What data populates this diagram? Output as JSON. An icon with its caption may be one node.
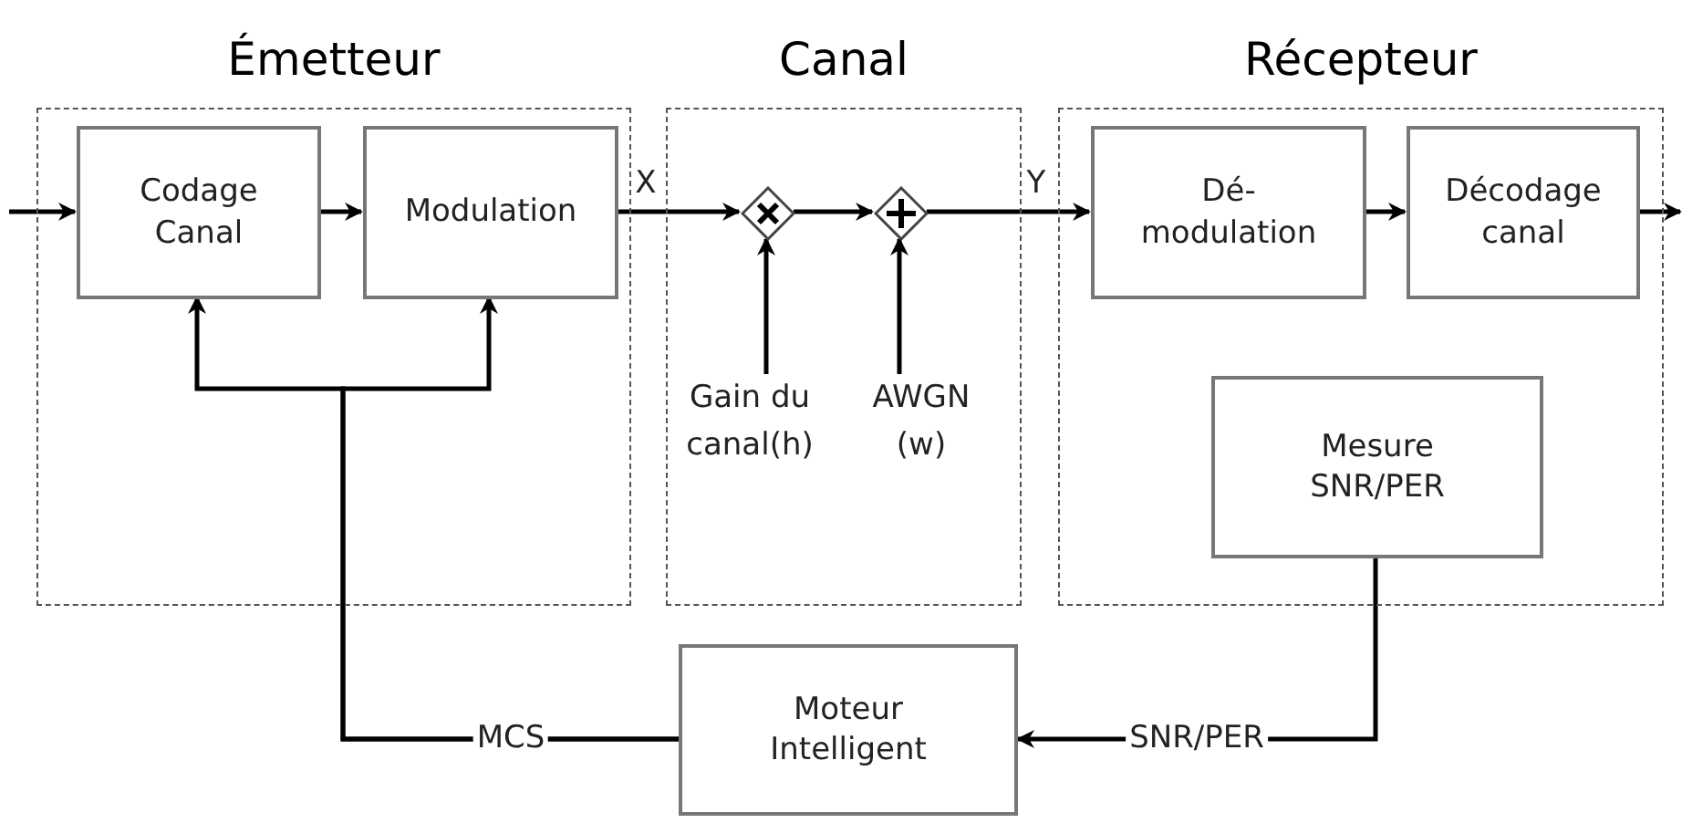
{
  "diagram": {
    "nodes": [
      {
        "text": [
          "Émetteur"
        ]
      },
      {
        "text": [
          "Codage Canal"
        ],
        "in": 0
      },
      {
        "text": [
          "Modulation"
        ],
        "in": 0
      },
      {
        "text": [
          "Canal"
        ]
      },
      {
        "text": [],
        "shape": "diamond",
        "in": 3
      },
      {
        "text": [],
        "shape": "diamond",
        "in": 3
      },
      {
        "text": [
          "Gain du canal(h)"
        ],
        "in": 3
      },
      {
        "text": [
          "AWGN (w)"
        ],
        "in": 3
      },
      {
        "text": [
          "Récepteur"
        ]
      },
      {
        "text": [
          "Dé- modulation"
        ],
        "in": 8
      },
      {
        "text": [
          "Décodage canal"
        ],
        "in": 8
      },
      {
        "text": [
          "Mesure SNR/PER"
        ],
        "in": 8
      },
      {
        "text": [
          "Moteur Intelligent"
        ]
      }
    ],
    "edges": [
      {
        "from": null,
        "to": 1,
        "arrow": "to"
      },
      {
        "from": 1,
        "to": 2,
        "arrow": "to"
      },
      {
        "from": 2,
        "to": 4,
        "arrow": "to",
        "label": "X"
      },
      {
        "from": 4,
        "to": 5,
        "arrow": "to"
      },
      {
        "from": 5,
        "to": 9,
        "arrow": "to",
        "label": "Y"
      },
      {
        "from": 9,
        "to": 10,
        "arrow": "to"
      },
      {
        "from": 10,
        "to": null,
        "arrow": "to"
      },
      {
        "from": 6,
        "to": 4,
        "arrow": "to"
      },
      {
        "from": 7,
        "to": 5,
        "arrow": "to"
      },
      {
        "from": 11,
        "to": 12,
        "arrow": "to",
        "label": "SNR/PER"
      },
      {
        "from": 12,
        "to": 1,
        "arrow": "to",
        "label": "MCS"
      },
      {
        "from": 12,
        "to": 2,
        "arrow": "to"
      }
    ]
  }
}
